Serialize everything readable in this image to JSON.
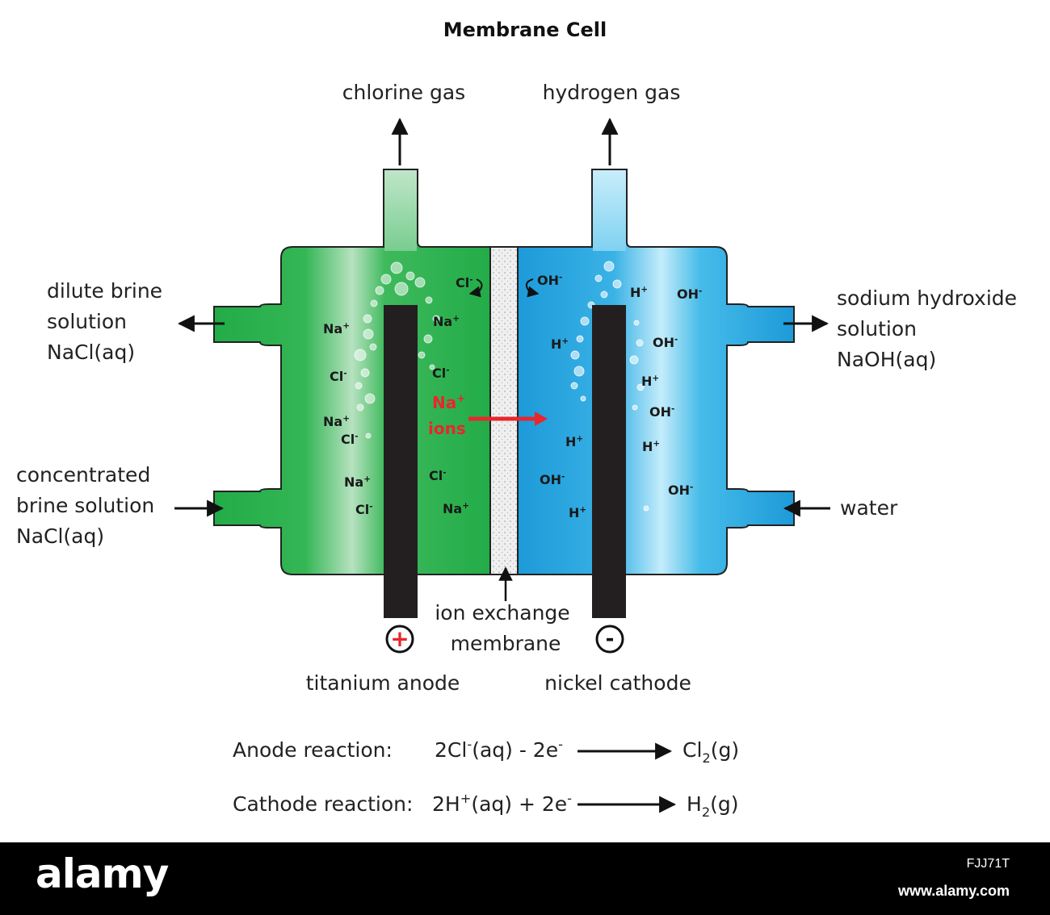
{
  "title": "Membrane Cell",
  "labels": {
    "chlorine_gas": "chlorine gas",
    "hydrogen_gas": "hydrogen gas",
    "dilute_brine": [
      "dilute brine",
      "solution",
      "NaCl(aq)"
    ],
    "sodium_hydroxide": [
      "sodium hydroxide",
      "solution",
      "NaOH(aq)"
    ],
    "concentrated_brine": [
      "concentrated",
      "brine solution",
      "NaCl(aq)"
    ],
    "water": "water",
    "membrane": [
      "ion exchange",
      "membrane"
    ],
    "anode": "titanium anode",
    "cathode": "nickel cathode",
    "plus": "+",
    "minus": "-"
  },
  "ions": {
    "na": "Na",
    "cl": "Cl",
    "h": "H",
    "oh": "OH",
    "plus": "+",
    "minus": "-",
    "transfer": [
      "Na",
      "ions"
    ]
  },
  "reactions": {
    "anode": {
      "label": "Anode reaction:",
      "lhs": "2Cl",
      "lhs_sup": "-",
      "lhs_rest": "(aq)  - 2e",
      "lhs_rest_sup": "-",
      "product": "Cl",
      "product_sub": "2",
      "product_rest": "(g)"
    },
    "cathode": {
      "label": "Cathode reaction:",
      "lhs": "2H",
      "lhs_sup": "+",
      "lhs_rest": "(aq)  + 2e",
      "lhs_rest_sup": "-",
      "product": "H",
      "product_sub": "2",
      "product_rest": "(g)"
    }
  },
  "colors": {
    "anode_solution": "#22ac48",
    "cathode_solution": "#1d9ad8",
    "electrode": "#231f20",
    "membrane": "#eeeeee",
    "red_arrow": "#e8262d"
  },
  "watermark": {
    "logo": "alamy",
    "image_id": "FJJ71T",
    "site": "www.alamy.com"
  }
}
